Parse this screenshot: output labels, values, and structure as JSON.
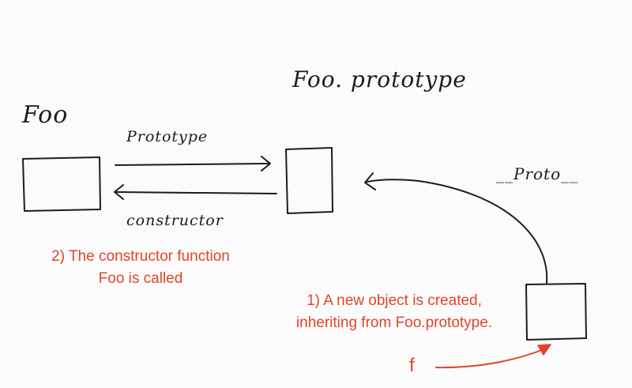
{
  "nodes": {
    "foo": "Foo",
    "foo_prototype": "Foo. prototype"
  },
  "edges": {
    "prototype": "Prototype",
    "constructor": "constructor",
    "proto": "__Proto__"
  },
  "notes": {
    "step2_line1": "2) The constructor function",
    "step2_line2": "Foo is called",
    "step1_line1": "1) A new object is created,",
    "step1_line2": "inheriting from Foo.prototype."
  },
  "instance_label": "f",
  "colors": {
    "ink": "#1c1c1c",
    "annotation": "#e0452b",
    "paper": "#fbfbfb"
  }
}
